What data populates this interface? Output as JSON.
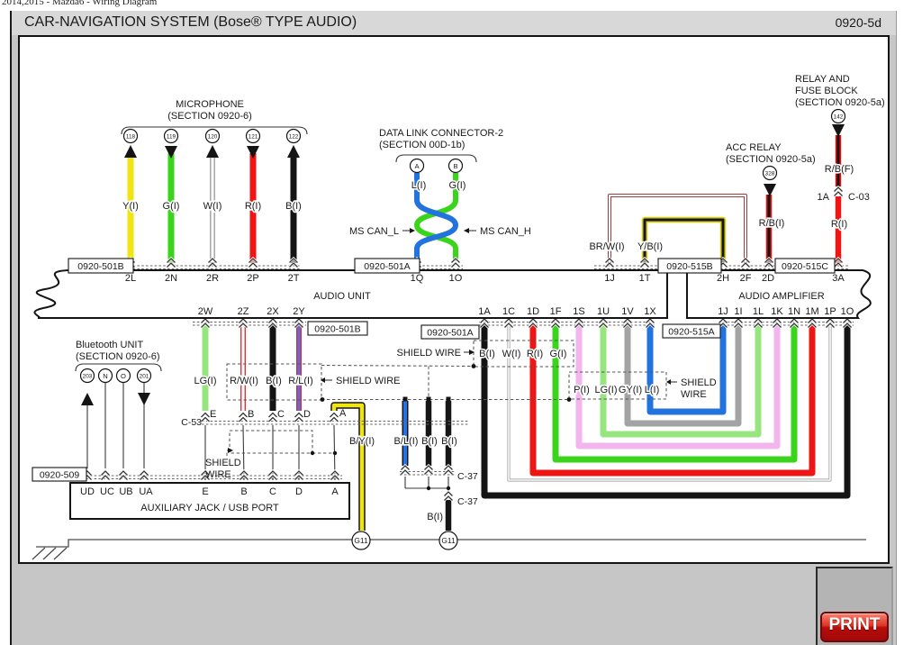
{
  "page": {
    "window_title": "2014,2015 - Mazda6 - Wiring Diagram"
  },
  "header": {
    "title": "CAR-NAVIGATION SYSTEM (Bose® TYPE AUDIO)",
    "code": "0920-5d"
  },
  "print_button": {
    "label": "PRINT"
  },
  "colors": {
    "wire_yellow": "#f0e414",
    "wire_green": "#3bd41c",
    "wire_red": "#ee1515",
    "wire_black": "#141414",
    "wire_blue": "#2273dd",
    "wire_light_green": "#97e57f",
    "wire_pink": "#f2b5ee",
    "wire_gray": "#a3a3a3",
    "wire_purple": "#7465c8",
    "wire_brown_red": "#a03c3c",
    "wire_dark_yellow": "#d6cd1a",
    "print_red": "#b60d0d",
    "panel_gray": "#c6c6c6"
  },
  "diagram": {
    "microphone": {
      "title1": "MICROPHONE",
      "title2": "(SECTION 0920-6)",
      "connectors": [
        "118",
        "119",
        "120",
        "121",
        "122"
      ],
      "wires": [
        "Y(I)",
        "G(I)",
        "W(I)",
        "R(I)",
        "B(I)"
      ],
      "connector_label": "0920-501B",
      "pins": [
        "2L",
        "2N",
        "2R",
        "2P",
        "2T"
      ]
    },
    "dlc": {
      "title1": "DATA LINK CONNECTOR-2",
      "title2": "(SECTION 00D-1b)",
      "connectors": [
        "A",
        "B"
      ],
      "wires": [
        "L(I)",
        "G(I)"
      ],
      "can_low": "MS CAN_L",
      "can_high": "MS CAN_H",
      "connector_label": "0920-501A",
      "pins": [
        "1Q",
        "1O"
      ]
    },
    "acc_relay": {
      "title1": "ACC RELAY",
      "title2": "(SECTION 0920-5a)",
      "connector": "328",
      "wire": "R/B(I)"
    },
    "relay_fuse_block": {
      "title1": "RELAY AND",
      "title2": "FUSE BLOCK",
      "title3": "(SECTION 0920-5a)",
      "connector": "142",
      "wire_top": "R/B(F)",
      "inline_pin": "1A",
      "inline_connector": "C-03",
      "wire_bottom": "R(I)"
    },
    "top_links": {
      "wire1": "BR/W(I)",
      "wire2": "Y/B(I)",
      "connector1": "0920-515B",
      "connector2": "0920-515C"
    },
    "audio_unit": {
      "label": "AUDIO UNIT",
      "right_pins": [
        "1J",
        "1T"
      ],
      "bottom_left_connector": "0920-501B",
      "bottom_left_pins": [
        "2W",
        "2Z",
        "2X",
        "2Y"
      ],
      "bottom_right_connector": "0920-501A",
      "bottom_right_pins": [
        "1A",
        "1C",
        "1D",
        "1F",
        "1S",
        "1U",
        "1V",
        "1X"
      ]
    },
    "amplifier": {
      "label": "AUDIO AMPLIFIER",
      "top_pins": [
        "2H",
        "2F",
        "2D",
        "3A"
      ],
      "bottom_connector": "0920-515A",
      "bottom_pins": [
        "1J",
        "1I",
        "1L",
        "1K",
        "1N",
        "1M",
        "1P",
        "1O"
      ]
    },
    "bluetooth": {
      "title1": "Bluetooth UNIT",
      "title2": "(SECTION 0920-6)",
      "connectors": [
        "203",
        "N",
        "O",
        "201"
      ],
      "connector_label": "0920-509"
    },
    "aux_jack": {
      "label": "AUXILIARY JACK / USB PORT",
      "pins": [
        "UD",
        "UC",
        "UB",
        "UA",
        "E",
        "B",
        "C",
        "D",
        "A"
      ]
    },
    "c53": {
      "label": "C-53",
      "pins": [
        "E",
        "B",
        "C",
        "D",
        "A"
      ],
      "wires": [
        "LG(I)",
        "R/W(I)",
        "B(I)",
        "R/L(I)"
      ]
    },
    "shield": {
      "one_line": "SHIELD WIRE",
      "line1": "SHIELD",
      "line2": "WIRE"
    },
    "ground_wire": "B/Y(I)",
    "mid_wires": {
      "w1": "B/L(I)",
      "w2": "B(I)",
      "w3": "B(I)",
      "c37": "C-37",
      "bottom": "B(I)"
    },
    "ground": "G11",
    "unit_out_wires": [
      "B(I)",
      "W(I)",
      "R(I)",
      "G(I)"
    ],
    "amp_out_wires": [
      "P(I)",
      "LG(I)",
      "GY(I)",
      "L(I)"
    ]
  }
}
